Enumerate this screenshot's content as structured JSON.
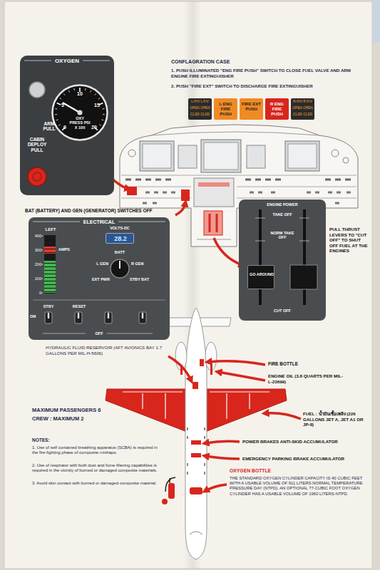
{
  "diagram": {
    "nodes": [
      {
        "text": [
          "OXYGEN",
          "ARM PULL",
          "CABIN DEPLOY PULL"
        ]
      },
      {
        "text": [
          "0",
          "5",
          "10",
          "15",
          "20",
          "OXY PRESS PSI X 100"
        ],
        "in": 0
      },
      {
        "text": [
          "L H/V L F/V",
          "OPEN OPEN",
          "CLSD CLSD"
        ]
      },
      {
        "text": [
          "L ENG FIRE PUSH"
        ]
      },
      {
        "text": [
          "FIRE EXT PUSH"
        ]
      },
      {
        "text": [
          "R ENG FIRE PUSH"
        ]
      },
      {
        "text": [
          "R H/V R F/V",
          "OPEN OPEN",
          "CLSD CLSD"
        ]
      },
      {
        "text": [
          "ELECTRICAL",
          "LEFT",
          "AMPS",
          "400",
          "300",
          "200",
          "100",
          "0",
          "VOLTS-DC",
          "BATT",
          "L GEN",
          "R GEN",
          "EXT PWR",
          "STBY BAT",
          "STBY",
          "RESET",
          "ON",
          "OFF"
        ]
      },
      {
        "text": [
          "28.2"
        ],
        "in": 7
      },
      {
        "text": [
          "ENGINE POWER",
          "TAKE OFF",
          "NORM TAKE OFF",
          "CUT OFF"
        ]
      },
      {
        "text": [
          "GO AROUND"
        ],
        "in": 9
      }
    ],
    "labels": [
      "CONFLAGRATION CASE",
      "1. PUSH ILLUMINATED \"ENG FIRE PUSH\" SWITCH TO CLOSE FUEL VALVE AND ARM ENGINE FIRE EXTINGUISHER",
      "2. PUSH \"FIRE EXT\" SWITCH TO DISCHARGE FIRE EXTINGUISHER",
      "BAT (BATTERY) AND GEN (GENERATOR) SWITCHES OFF",
      "PULL THRUST LEVERS TO \"CUT OFF\" TO SHUT OFF FUEL AT THE ENGINES",
      "HYDRAULIC FLUID RESERVOIR (AFT AVIONICS BAY 1.7 GALLONS PER MIL-H-5606)",
      "FIRE BOTTLE",
      "ENGINE OIL (3.8 QUARTS PER MIL-L-23699)",
      "FUEL : น้ำมันเชื้อเพลิง (226 GALLONS JET A, JET A1 OR JP-8)",
      "POWER BRAKES ANTI-SKID ACCUMULATOR",
      "EMERGENCY PARKING BRAKE ACCUMULATOR",
      "OXYGEN BOTTLE",
      "THE STANDARD OXYGEN CYLINDER CAPACITY IS 40 CUBIC FEET WITH A USABLE VOLUME OF 911 LITERS NORMAL TEMPERATURE PRESSURE DAY (NTPD). AN OPTIONAL 77-CUBIC FOOT OXYGEN CYLINDER HAS A USABLE VOLUME OF 1960 LITERS-NTPD.",
      "MAXIMUM PASSENGERS 6",
      "CREW : MAXIMUM 2",
      "NOTES:",
      "1. Use of self contained breathing apparatus (SCBA) is required in the fire-fighting phase of composite mishaps.",
      "2. Use of respirator with both dust and fume filtering capabilities is required in the vicinity of burned or damaged composite materials.",
      "3. Avoid skin contact with burned or damaged composite material."
    ]
  }
}
